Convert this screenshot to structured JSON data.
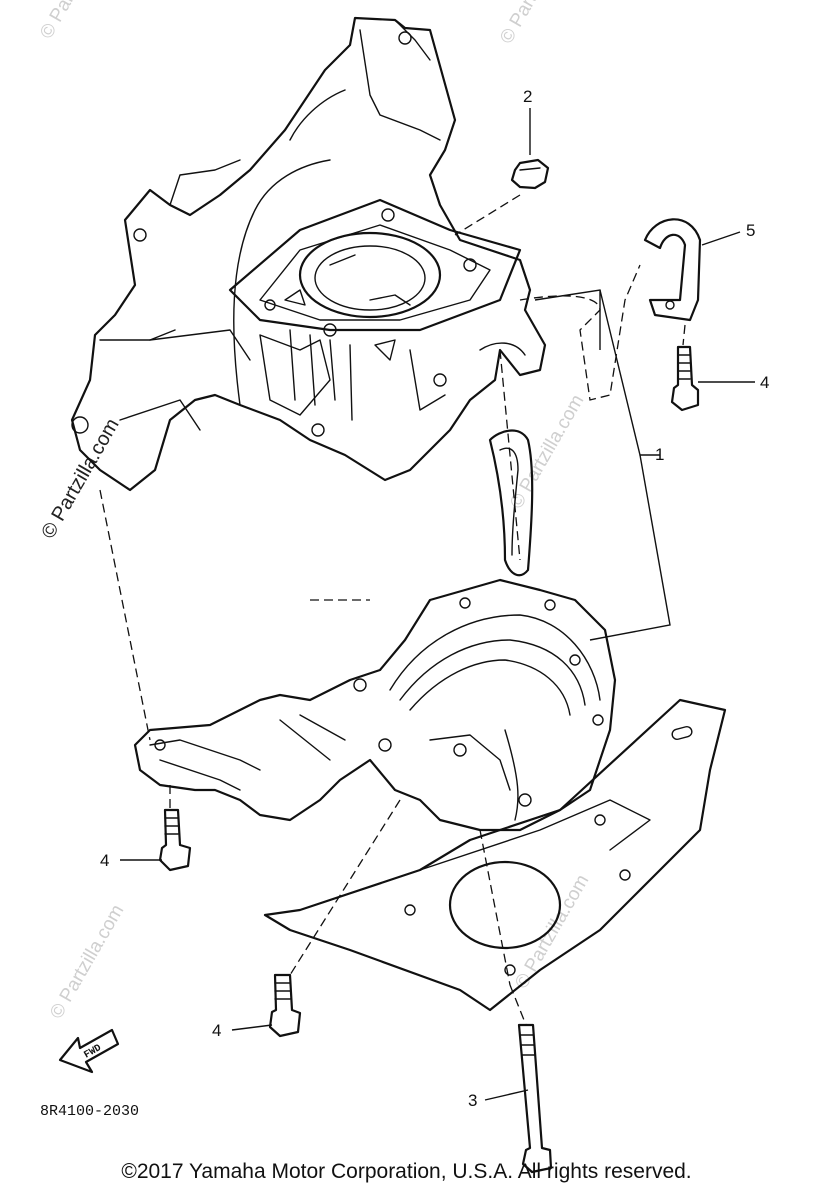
{
  "diagram": {
    "callouts": {
      "c1": "1",
      "c2": "2",
      "c3": "3",
      "c4a": "4",
      "c4b": "4",
      "c4c": "4",
      "c5": "5"
    },
    "diagram_code": "8R4100-2030",
    "fwd_label": "FWD",
    "watermark_text": "© Partzilla.com",
    "watermark_main": "© Partzilla.com"
  },
  "footer": {
    "copyright": "©2017  Yamaha Motor Corporation, U.S.A. All rights reserved."
  },
  "icons": {
    "fwd_arrow": "fwd-arrow-icon"
  }
}
